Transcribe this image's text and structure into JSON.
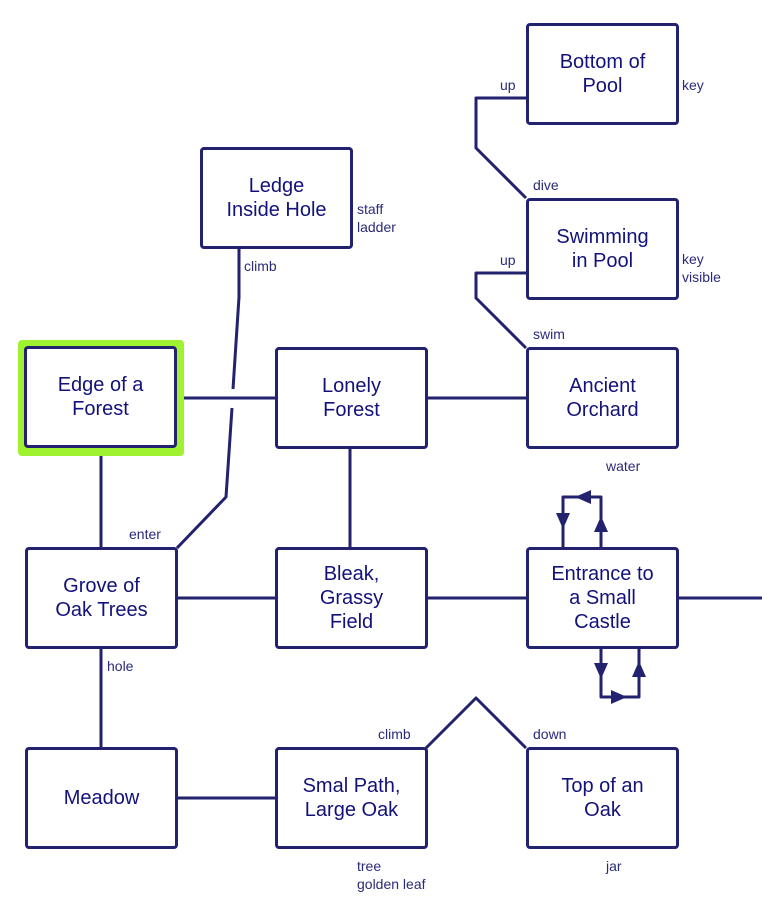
{
  "diagram": {
    "title": "",
    "colors": {
      "line": "#22226e",
      "text": "#12127a",
      "label": "#2a2a7a",
      "highlight": "#9ef230"
    },
    "current_room": "edge_forest",
    "rooms": {
      "bottom_pool": {
        "name": "Bottom of\nPool"
      },
      "ledge": {
        "name": "Ledge\nInside Hole"
      },
      "swimming": {
        "name": "Swimming\nin Pool"
      },
      "edge_forest": {
        "name": "Edge of a\nForest"
      },
      "lonely": {
        "name": "Lonely\nForest"
      },
      "orchard": {
        "name": "Ancient\nOrchard"
      },
      "grove": {
        "name": "Grove of\nOak Trees"
      },
      "bleak": {
        "name": "Bleak,\nGrassy\nField"
      },
      "castle": {
        "name": "Entrance to\na Small\nCastle"
      },
      "meadow": {
        "name": "Meadow"
      },
      "smal_path": {
        "name": "Smal Path,\nLarge Oak"
      },
      "top_oak": {
        "name": "Top of an\nOak"
      }
    },
    "items": {
      "bottom_pool": "key",
      "ledge": "staff\nladder",
      "swimming": "key\n visible",
      "orchard": "water",
      "smal_path": "tree\ngolden leaf",
      "top_oak": "jar"
    },
    "exits": {
      "bottom_pool_up": "up",
      "swimming_dive": "dive",
      "swimming_up": "up",
      "orchard_swim": "swim",
      "ledge_climb": "climb",
      "grove_enter": "enter",
      "grove_hole": "hole",
      "smal_path_climb": "climb",
      "top_oak_down": "down"
    }
  }
}
